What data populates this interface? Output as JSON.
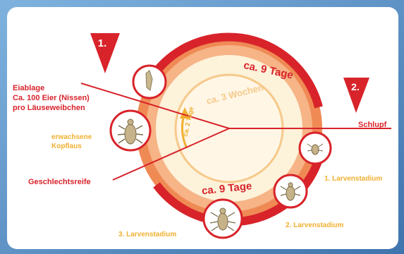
{
  "labels": {
    "marker_1": "1.",
    "marker_2": "2.",
    "eggs_line1": "Eiablage",
    "eggs_line2": "Ca. 100 Eier (Nissen)",
    "eggs_line3": "pro Läuseweibchen",
    "adult_line1": "erwachsene",
    "adult_line2": "Kopflaus",
    "maturity": "Geschlechtsreife",
    "hatch": "Schlupf",
    "stage1": "1. Larvenstadium",
    "stage2": "2. Larvenstadium",
    "stage3": "3. Larvenstadium",
    "top_arc": "ca. 9 Tage",
    "bottom_arc": "ca. 9 Tage",
    "inner_arc": "ca. 3 Wochen",
    "small_arc": "ca. 2 Tage"
  },
  "colors": {
    "red": "#d8232a",
    "orange": "#f08a55",
    "light_orange": "#f6b487",
    "cream": "#fdf2da",
    "inner_cream": "#fff6e6",
    "yellow_text": "#f0b030",
    "background_blue": "#5a8fc4"
  },
  "icons": [
    "nit-icon",
    "adult-louse-icon",
    "larva-icon",
    "triangle-marker-icon"
  ]
}
